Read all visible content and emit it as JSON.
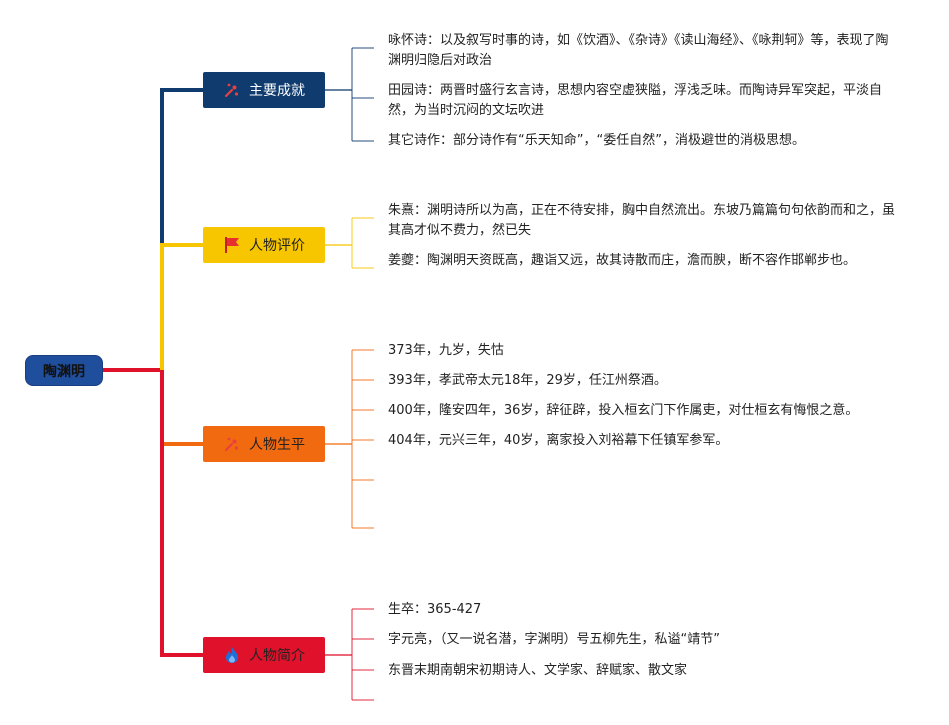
{
  "root": {
    "label": "陶渊明",
    "color": "#1f4e9c"
  },
  "branches": [
    {
      "label": "主要成就",
      "icon": "sparkle-icon",
      "color": "#0f3b6f",
      "text_color": "#ffffff",
      "leaves": [
        "咏怀诗：以及叙写时事的诗，如《饮酒》、《杂诗》《读山海经》、《咏荆轲》等，表现了陶渊明归隐后对政治",
        "田园诗：两晋时盛行玄言诗，思想内容空虚狭隘，浮浅乏味。而陶诗异军突起，平淡自然，为当时沉闷的文坛吹进",
        "其它诗作：部分诗作有“乐天知命”，“委任自然”，消极避世的消极思想。"
      ]
    },
    {
      "label": "人物评价",
      "icon": "flag-icon",
      "color": "#f7c600",
      "text_color": "#222222",
      "leaves": [
        "朱熹：渊明诗所以为高，正在不待安排，胸中自然流出。东坡乃篇篇句句依韵而和之，虽其高才似不费力，然已失",
        "姜夔：陶渊明天资既高，趣诣又远，故其诗散而庄，澹而腴，断不容作邯郸步也。"
      ]
    },
    {
      "label": "人物生平",
      "icon": "sparkle-icon",
      "color": "#f26a10",
      "text_color": "#222222",
      "leaves": [
        "373年，九岁，失怙",
        "393年，孝武帝太元18年，29岁，任江州祭酒。",
        "400年，隆安四年，36岁，辞征辟，投入桓玄门下作属吏，对仕桓玄有悔恨之意。",
        "404年，元兴三年，40岁，离家投入刘裕幕下任镇军参军。",
        "",
        ""
      ]
    },
    {
      "label": "人物简介",
      "icon": "flame-icon",
      "color": "#e0112b",
      "text_color": "#222222",
      "leaves": [
        "生卒：365-427",
        "字元亮，（又一说名潜，字渊明）号五柳先生，私谥“靖节”",
        "东晋末期南朝宋初期诗人、文学家、辞赋家、散文家",
        ""
      ]
    }
  ]
}
